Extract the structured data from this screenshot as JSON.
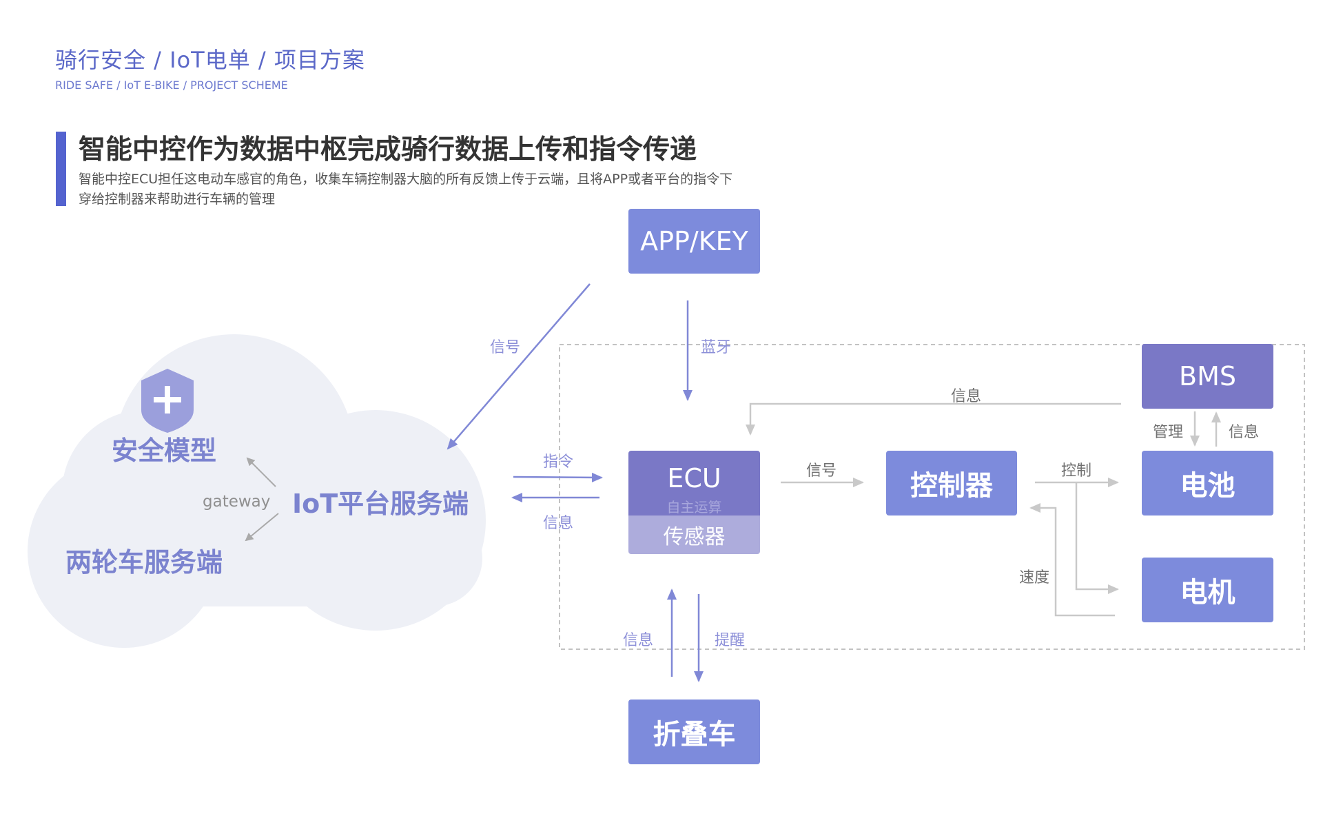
{
  "header": {
    "breadcrumb_zh": "骑行安全 / IoT电单 / 项目方案",
    "breadcrumb_en": "RIDE SAFE / IoT E-BIKE / PROJECT SCHEME"
  },
  "section": {
    "title": "智能中控作为数据中枢完成骑行数据上传和指令传递",
    "description": "智能中控ECU担任这电动车感官的角色，收集车辆控制器大脑的所有反馈上传于云端，且将APP或者平台的指令下穿给控制器来帮助进行车辆的管理"
  },
  "cloud": {
    "security_model": "安全模型",
    "iot_platform": "IoT平台服务端",
    "gateway": "gateway",
    "two_wheel_server": "两轮车服务端"
  },
  "nodes": {
    "app_key": "APP/KEY",
    "ecu": "ECU",
    "ecu_sub": "自主运算",
    "sensor": "传感器",
    "controller": "控制器",
    "bms": "BMS",
    "battery": "电池",
    "motor": "电机",
    "folding_bike": "折叠车"
  },
  "edges": {
    "app_to_cloud": "信号",
    "app_to_ecu": "蓝牙",
    "cloud_to_ecu": "指令",
    "ecu_to_cloud": "信息",
    "bms_to_ecu": "信息",
    "ecu_to_controller": "信号",
    "controller_to_battery": "控制",
    "bms_manage": "管理",
    "battery_info": "信息",
    "motor_speed": "速度",
    "bike_to_ecu": "信息",
    "ecu_to_bike": "提醒"
  },
  "colors": {
    "accent": "#5463cf",
    "node": "#7d8bdc",
    "node_dark": "#7a78c6",
    "sensor": "#adacdc",
    "cloud": "#eef0f6",
    "arrow": "#8088d6",
    "gray_arrow": "#c9c9c9"
  },
  "icons": {
    "shield": "shield-plus-icon"
  }
}
